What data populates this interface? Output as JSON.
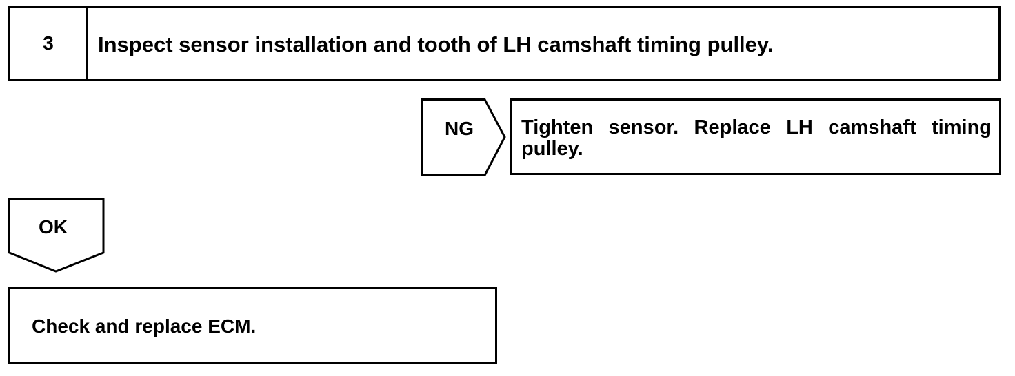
{
  "step": {
    "number": "3",
    "title": "Inspect sensor installation and tooth of LH camshaft timing pulley."
  },
  "branches": {
    "ng_label": "NG",
    "ng_result": "Tighten sensor. Replace LH camshaft timing pulley.",
    "ok_label": "OK"
  },
  "final_action": "Check and replace ECM."
}
